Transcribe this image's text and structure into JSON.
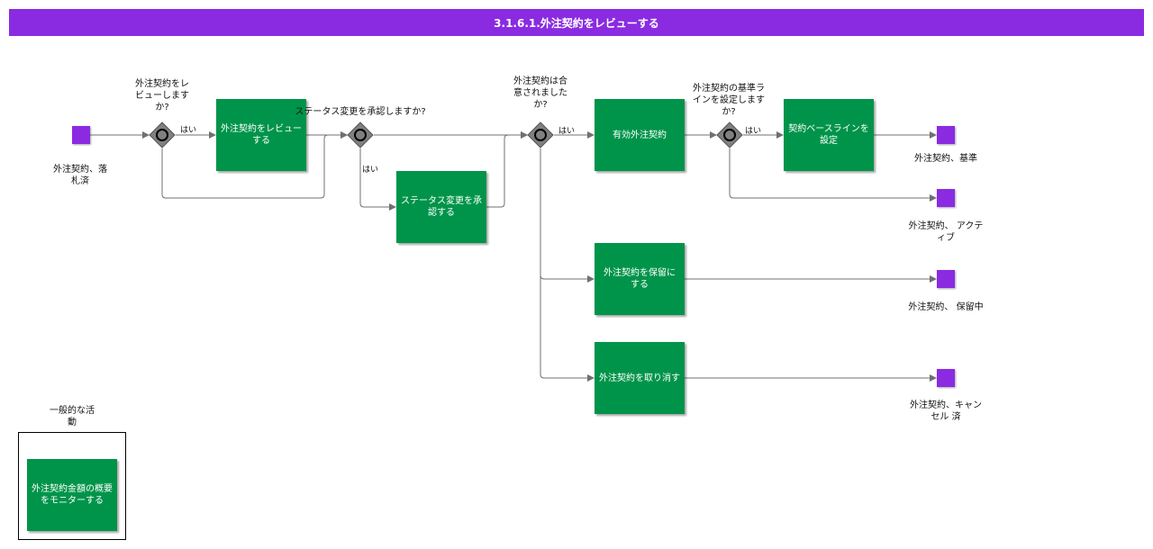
{
  "title": "3.1.6.1.外注契約をレビューする",
  "tasks": {
    "review": "外注契約をレビューする",
    "approve_status": "ステータス変更を承認する",
    "active_contract": "有効外注契約",
    "set_baseline": "契約ベースラインを設定",
    "hold": "外注契約を保留にする",
    "cancel": "外注契約を取り消す",
    "monitor": "外注契約金額の概要をモニターする"
  },
  "gateways": {
    "review_q": "外注契約をレビューしますか?",
    "approve_q": "ステータス変更を承認しますか?",
    "agreed_q": "外注契約は合意されましたか?",
    "baseline_q": "外注契約の基準ラインを設定しますか?"
  },
  "flow_labels": {
    "yes": "はい"
  },
  "events": {
    "start": "外注契約、落札済",
    "end_baseline": "外注契約、基準",
    "end_active": "外注契約、 アクティブ",
    "end_hold": "外注契約、 保留中",
    "end_cancelled": "外注契約、キャンセル 済"
  },
  "legend": {
    "label": "一般的な活動"
  },
  "colors": {
    "header": "#8a2be2",
    "task": "#00944a",
    "event": "#8a2be2",
    "gateway": "#808080"
  }
}
